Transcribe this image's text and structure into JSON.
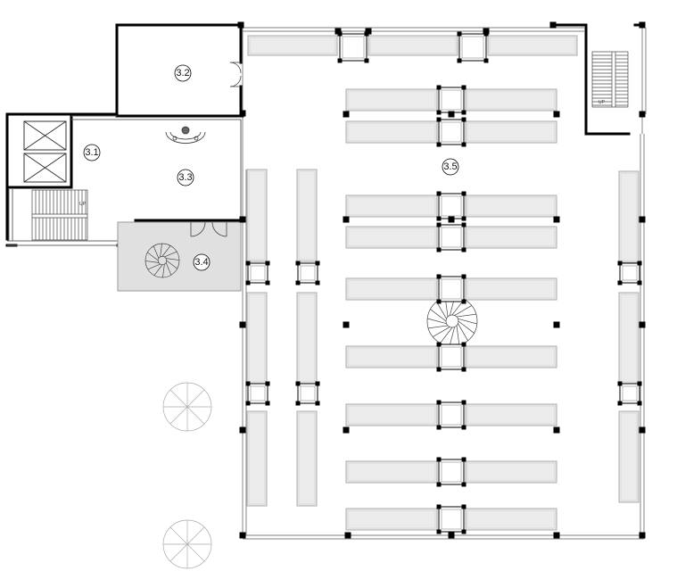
{
  "rooms": [
    {
      "id": "room-3-1",
      "label": "3.1"
    },
    {
      "id": "room-3-2",
      "label": "3.2"
    },
    {
      "id": "room-3-3",
      "label": "3.3"
    },
    {
      "id": "room-3-4",
      "label": "3.4"
    },
    {
      "id": "room-3-5",
      "label": "3.5"
    }
  ],
  "stairs": {
    "left_label": "UP",
    "right_label": "UP"
  },
  "colors": {
    "wall": "#000000",
    "thin_line": "#888888",
    "shelf_fill": "#ebebeb",
    "shelf_stroke": "#a8a8a8",
    "room_3_4_fill": "#e0e0e0"
  }
}
